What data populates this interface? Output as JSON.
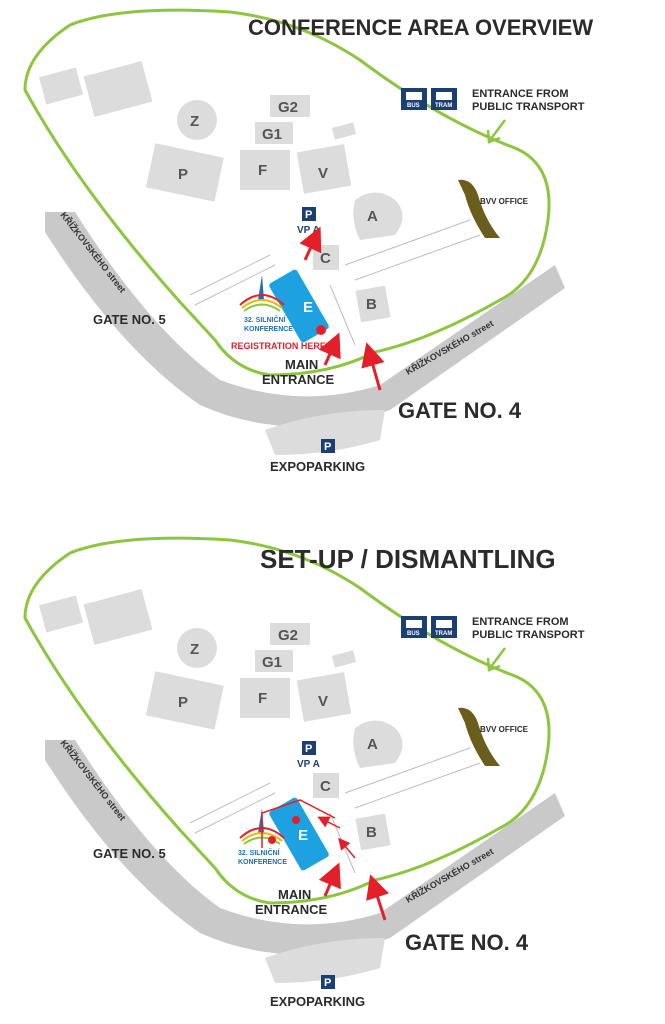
{
  "colors": {
    "green": "#8cc63f",
    "building": "#dcdcdc",
    "road": "#c9c9c9",
    "navy": "#1c3f73",
    "red": "#e3202a",
    "hall_e": "#1da1e0",
    "bvv": "#6b5e1d"
  },
  "icons": {
    "bus": "bus-icon",
    "tram": "tram-icon",
    "parking": "parking-icon",
    "arrow": "arrow-icon"
  },
  "maps": [
    {
      "title": "CONFERENCE AREA OVERVIEW",
      "buildings": [
        "Z",
        "G2",
        "G1",
        "F",
        "V",
        "P",
        "A",
        "C",
        "B",
        "E"
      ],
      "parking_vp": "VP A",
      "parking_sign": "P",
      "bvv_office": "BVV OFFICE",
      "bus_label": "BUS",
      "tram_label": "TRAM",
      "public_transport_line1": "ENTRANCE FROM",
      "public_transport_line2": "PUBLIC TRANSPORT",
      "street_left": "KŘÍŽKOVSKÉHO street",
      "street_right": "KŘÍŽKOVSKÉHO street",
      "gate5": "GATE NO. 5",
      "main_entrance_line1": "MAIN",
      "main_entrance_line2": "ENTRANCE",
      "gate4": "GATE NO. 4",
      "expoparking": "EXPOPARKING",
      "registration": "REGISTRATION HERE",
      "logo_line1": "32. SILNIČNÍ",
      "logo_line2": "KONFERENCE"
    },
    {
      "title": "SET-UP / DISMANTLING",
      "buildings": [
        "Z",
        "G2",
        "G1",
        "F",
        "V",
        "P",
        "A",
        "C",
        "B",
        "E"
      ],
      "parking_vp": "VP A",
      "parking_sign": "P",
      "bvv_office": "BVV OFFICE",
      "bus_label": "BUS",
      "tram_label": "TRAM",
      "public_transport_line1": "ENTRANCE FROM",
      "public_transport_line2": "PUBLIC TRANSPORT",
      "street_left": "KŘÍŽKOVSKÉHO street",
      "street_right": "KŘÍŽKOVSKÉHO street",
      "gate5": "GATE NO. 5",
      "main_entrance_line1": "MAIN",
      "main_entrance_line2": "ENTRANCE",
      "gate4": "GATE NO. 4",
      "expoparking": "EXPOPARKING",
      "logo_line1": "32. SILNIČNÍ",
      "logo_line2": "KONFERENCE"
    }
  ]
}
